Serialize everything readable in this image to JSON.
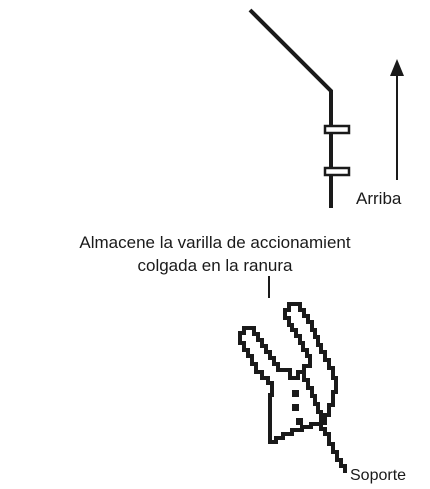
{
  "labels": {
    "up": "Arriba",
    "instruction_line1": "Almacene la varilla de accionamient",
    "instruction_line2": "colgada en la ranura",
    "bracket": "Soporte"
  },
  "colors": {
    "stroke": "#1a1a1a",
    "background": "#ffffff"
  }
}
